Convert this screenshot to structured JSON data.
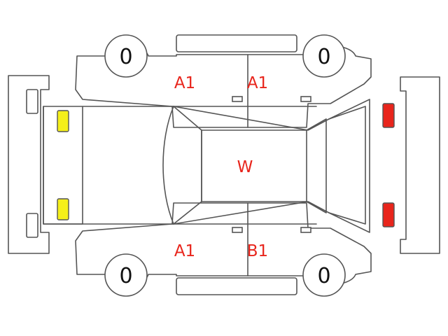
{
  "colors": {
    "mark": "#e8251c",
    "tire_text": "#111111",
    "front_lamp": "#f5ef1a",
    "rear_lamp": "#e8251c",
    "outline": "#555555"
  },
  "tires": {
    "front_left": "0",
    "rear_left": "0",
    "front_right": "0",
    "rear_right": "0"
  },
  "marks": {
    "left_front_door": "A1",
    "left_rear_door": "A1",
    "roof": "W",
    "right_front_door": "A1",
    "right_rear_door": "B1"
  },
  "icons": {
    "front_lamps": "headlight-icon",
    "rear_lamps": "taillight-icon"
  }
}
